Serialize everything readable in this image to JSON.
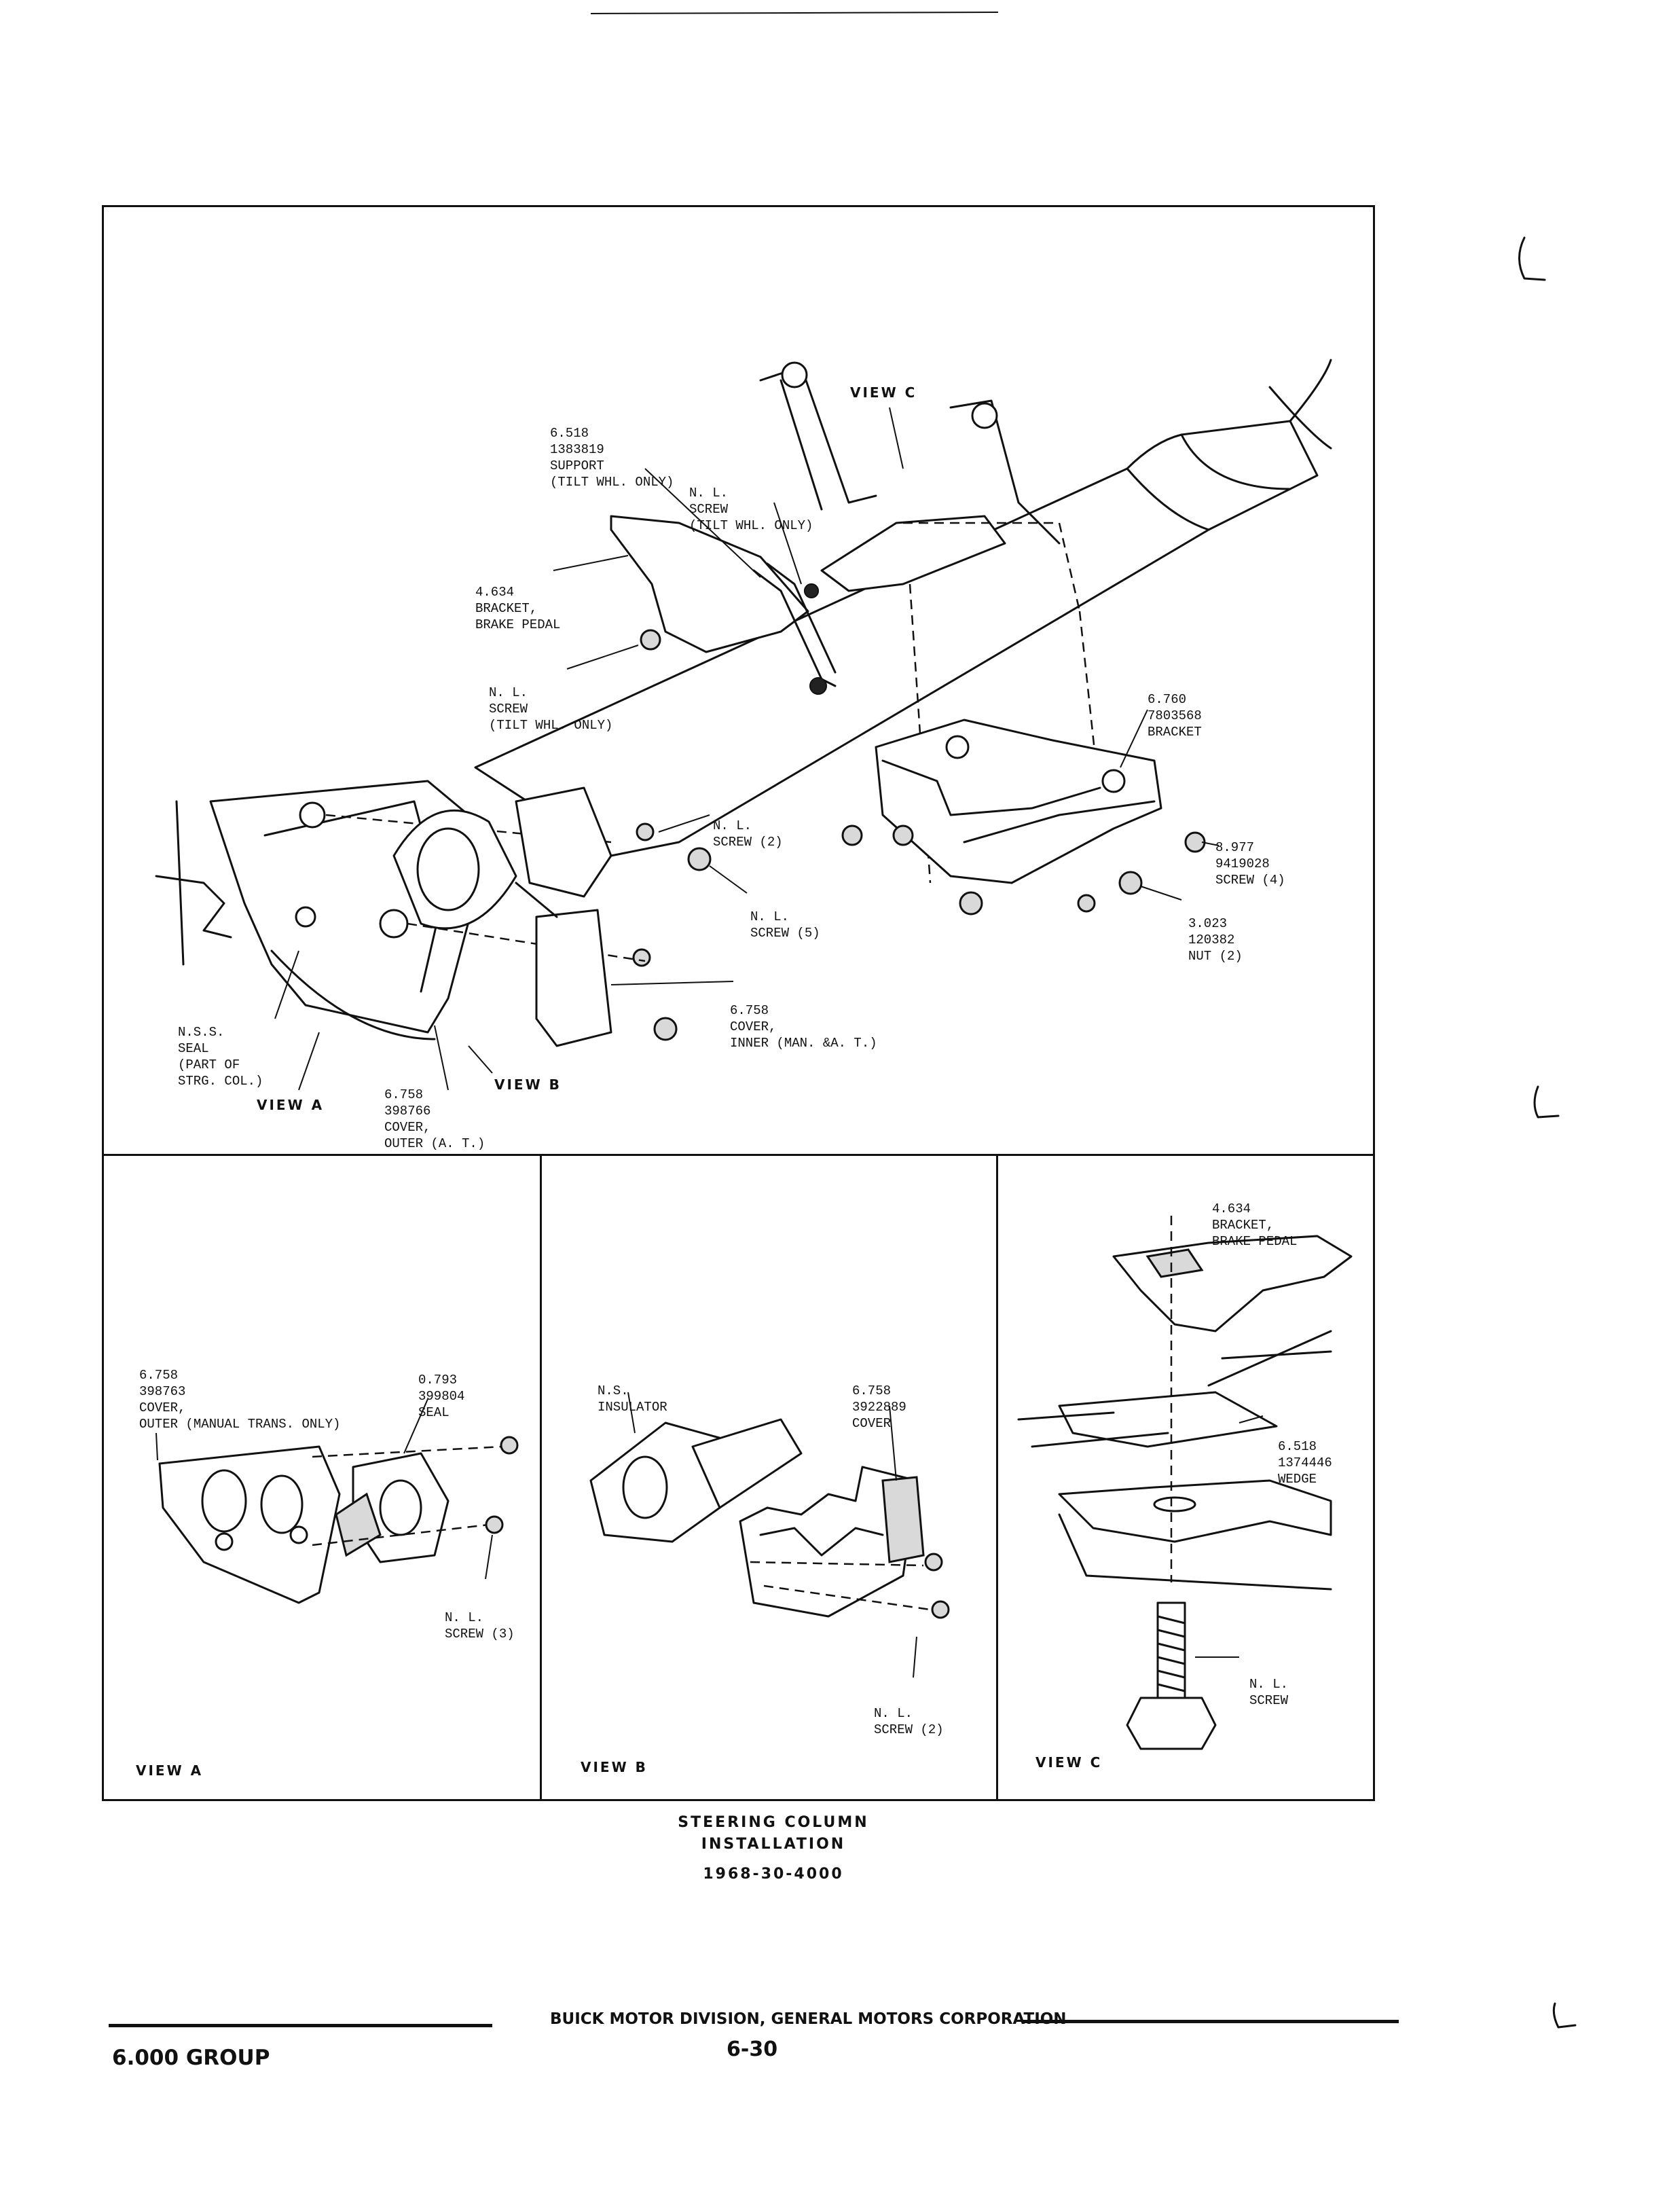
{
  "main_view": {
    "labels": {
      "support": [
        "6.518",
        "1383819",
        "SUPPORT",
        "(TILT WHL. ONLY)"
      ],
      "screw_tilt_top": [
        "N. L.",
        "SCREW",
        "(TILT WHL. ONLY)"
      ],
      "bracket_brake_pedal": [
        "4.634",
        "BRACKET,",
        "BRAKE PEDAL"
      ],
      "screw_tilt_left": [
        "N. L.",
        "SCREW",
        "(TILT WHL. ONLY)"
      ],
      "bracket_6760": [
        "6.760",
        "7803568",
        "BRACKET"
      ],
      "screw_2": [
        "N. L.",
        "SCREW (2)"
      ],
      "screw_5": [
        "N. L.",
        "SCREW (5)"
      ],
      "screw_4": [
        "8.977",
        "9419028",
        "SCREW (4)"
      ],
      "nut_2": [
        "3.023",
        "120382",
        "NUT (2)"
      ],
      "cover_inner": [
        "6.758",
        "COVER,",
        "INNER (MAN. &A. T.)"
      ],
      "seal": [
        "N.S.S.",
        "SEAL",
        "(PART OF",
        "STRG. COL.)"
      ],
      "cover_outer_at": [
        "6.758",
        "398766",
        "COVER,",
        "OUTER (A. T.)"
      ]
    },
    "view_callouts": {
      "view_a": "VIEW A",
      "view_b": "VIEW B",
      "view_c": "VIEW C"
    }
  },
  "view_a_panel": {
    "labels": {
      "cover_outer_manual": [
        "6.758",
        "398763",
        "COVER,",
        "OUTER (MANUAL TRANS. ONLY)"
      ],
      "seal": [
        "0.793",
        "399804",
        "SEAL"
      ],
      "screw_3": [
        "N. L.",
        "SCREW (3)"
      ]
    },
    "title": "VIEW A"
  },
  "view_b_panel": {
    "labels": {
      "insulator": [
        "N.S.",
        "INSULATOR"
      ],
      "cover": [
        "6.758",
        "3922889",
        "COVER"
      ],
      "screw_2": [
        "N. L.",
        "SCREW (2)"
      ]
    },
    "title": "VIEW B"
  },
  "view_c_panel": {
    "labels": {
      "bracket_brake_pedal": [
        "4.634",
        "BRACKET,",
        "BRAKE PEDAL"
      ],
      "wedge": [
        "6.518",
        "1374446",
        "WEDGE"
      ],
      "screw": [
        "N. L.",
        "SCREW"
      ]
    },
    "title": "VIEW C"
  },
  "caption": {
    "line1": "STEERING COLUMN",
    "line2": "INSTALLATION",
    "line3": "1968-30-4000"
  },
  "footer": {
    "division": "BUICK MOTOR DIVISION, GENERAL MOTORS CORPORATION",
    "page": "6-30",
    "group": "6.000 GROUP"
  }
}
